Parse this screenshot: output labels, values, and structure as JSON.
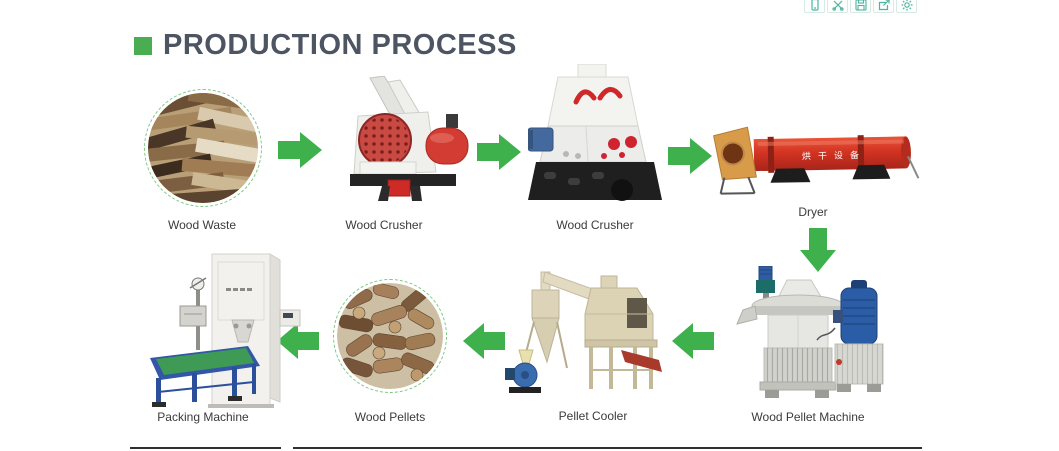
{
  "header": {
    "title": "PRODUCTION PROCESS"
  },
  "toolbar": {
    "icons": [
      "mobile-icon",
      "scissors-icon",
      "save-icon",
      "share-icon",
      "gear-icon"
    ]
  },
  "process": {
    "top": [
      {
        "label": "Wood Waste"
      },
      {
        "label": "Wood Crusher"
      },
      {
        "label": "Wood Crusher"
      },
      {
        "label": "Dryer"
      }
    ],
    "bottom": [
      {
        "label": "Packing Machine"
      },
      {
        "label": "Wood Pellets"
      },
      {
        "label": "Pellet Cooler"
      },
      {
        "label": "Wood Pellet Machine"
      }
    ],
    "dryer_drum_text": "烘干设备"
  },
  "colors": {
    "arrow_green": "#3fb14c",
    "accent_green": "#4aad51",
    "title_color": "#4d5462",
    "label_color": "#3b3b3b",
    "toolbar_icon_teal": "#4fb3a0",
    "photo_ring_green": "#79c981"
  }
}
